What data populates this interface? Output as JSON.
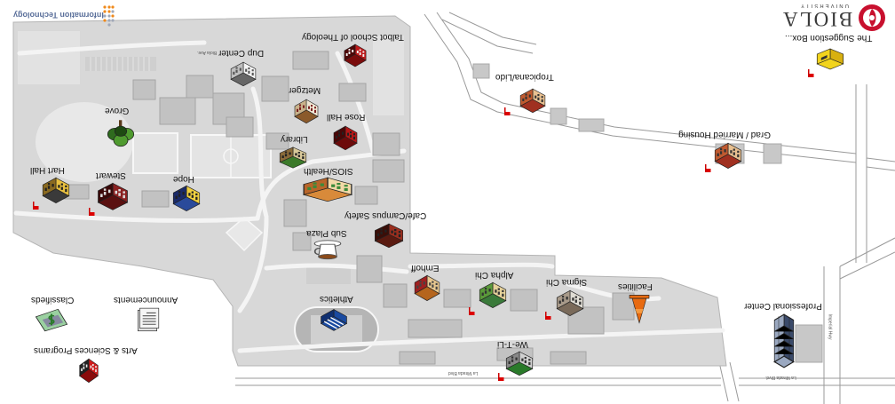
{
  "header": {
    "it_logo": "Information Technology",
    "biola_logo": "BIOLA",
    "biola_sub": "UNIVERSITY",
    "suggestion_box": "The Suggestion Box...",
    "suggestion_icon": "suggestion-box-icon",
    "suggestion_palette": [
      "#f2d41c",
      "#d8b010",
      "#333333"
    ]
  },
  "locations": [
    {
      "label": "Talbot School of Theology",
      "icon": "building-icon",
      "palette": [
        "#7a0c0c",
        "#c0191a",
        "#4d0707",
        "#f2f2f2"
      ]
    },
    {
      "label": "Dup Center",
      "icon": "building-icon",
      "palette": [
        "#666666",
        "#f5f5f5",
        "#bfbfbf",
        "#555555"
      ]
    },
    {
      "label": "Metzger",
      "icon": "building-icon",
      "palette": [
        "#8b5a2b",
        "#f0e6d2",
        "#c9b28a",
        "#7a2020"
      ]
    },
    {
      "label": "Rose Hall",
      "icon": "building-icon",
      "palette": [
        "#6d0b0b",
        "#b31717",
        "#4a0606",
        "#222222"
      ]
    },
    {
      "label": "Library",
      "icon": "building-icon",
      "palette": [
        "#3c7a2a",
        "#d9c99a",
        "#8a6b3a",
        "#222222"
      ]
    },
    {
      "label": "Grove",
      "icon": "tree-icon",
      "palette": [
        "#2f6b1e",
        "#4f9a2f",
        "#1e4a12"
      ]
    },
    {
      "label": "SIOS/Health",
      "icon": "building-icon",
      "palette": [
        "#d88a3a",
        "#f3d9a8",
        "#b8652a",
        "#3a8a3a"
      ]
    },
    {
      "label": "Cafe/Campus Safety",
      "icon": "building-icon",
      "palette": [
        "#5a1a10",
        "#9a2e1e",
        "#3a0e08",
        "#222222"
      ]
    },
    {
      "label": "Sub Plaza",
      "icon": "coffee-cup-icon",
      "palette": [
        "#ffffff",
        "#8a4a1a",
        "#555555"
      ]
    },
    {
      "label": "Emhoff",
      "icon": "building-icon",
      "palette": [
        "#b5651d",
        "#e8c890",
        "#a02020",
        "#444444"
      ]
    },
    {
      "label": "Alpha Chi",
      "icon": "building-icon",
      "palette": [
        "#3a7a3a",
        "#e6d29a",
        "#5a9a3a",
        "#333333"
      ]
    },
    {
      "label": "Sigma Chi",
      "icon": "building-icon",
      "palette": [
        "#7a6a5a",
        "#e0ddd5",
        "#a89a8a",
        "#333333"
      ]
    },
    {
      "label": "Facilities",
      "icon": "traffic-cone-icon",
      "palette": [
        "#e86a10",
        "#f59a40"
      ]
    },
    {
      "label": "Athletics",
      "icon": "athletics-icon",
      "palette": [
        "#1a4aa0",
        "#ffffff"
      ]
    },
    {
      "label": "Professional Center",
      "icon": "office-tower-icon",
      "palette": [
        "#3a4a6a",
        "#9aa8c0",
        "#222222"
      ]
    },
    {
      "label": "Announcements",
      "icon": "newspaper-icon",
      "palette": [
        "#e0e0e0",
        "#555555"
      ]
    },
    {
      "label": "Classifieds",
      "icon": "classifieds-icon",
      "palette": [
        "#9ad0a0",
        "#7a5aa0",
        "#2a7a2a"
      ]
    },
    {
      "label": "Arts & Sciences Programs",
      "icon": "building-icon",
      "palette": [
        "#8a0c0c",
        "#d01a1a",
        "#222222",
        "#eeeeee"
      ]
    },
    {
      "label": "We-T-Li",
      "icon": "building-icon",
      "palette": [
        "#2a7a2a",
        "#d0d0d0",
        "#888888",
        "#333333"
      ]
    },
    {
      "label": "Tropicana/Lido",
      "icon": "building-icon",
      "palette": [
        "#a03020",
        "#e8c090",
        "#c05a30",
        "#333333"
      ]
    },
    {
      "label": "Grad / Married Housing",
      "icon": "building-icon",
      "palette": [
        "#a03020",
        "#e8c090",
        "#c05a30",
        "#333333"
      ]
    },
    {
      "label": "Hart Hall",
      "icon": "building-icon",
      "palette": [
        "#3a3a3a",
        "#e8c040",
        "#8a6a20",
        "#222222"
      ]
    },
    {
      "label": "Stewart",
      "icon": "building-icon",
      "palette": [
        "#5a1010",
        "#8a2020",
        "#3a0808",
        "#dddddd"
      ]
    },
    {
      "label": "Hope",
      "icon": "building-icon",
      "palette": [
        "#2a4a9a",
        "#f0d040",
        "#1a2a6a",
        "#222222"
      ]
    }
  ],
  "streets": [
    "La Mirada Blvd",
    "La Mirada Blvd.",
    "Biola Ave.",
    "Imperial Hwy"
  ],
  "colors": {
    "campus": "#d8d8d8",
    "lawn": "#e8e8e8",
    "building": "#c2c2c2",
    "road": "#f4f4f4",
    "label": "#111111",
    "flag": "#cc0000",
    "biola_red": "#c8102e",
    "it_orange": "#f08a1c"
  }
}
